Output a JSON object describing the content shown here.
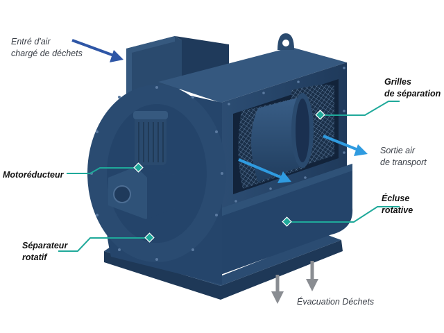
{
  "labels": {
    "inlet": [
      "Entré d'air",
      "chargé de déchets"
    ],
    "screens": [
      "Grilles",
      "de séparation"
    ],
    "outlet": [
      "Sortie air",
      "de transport"
    ],
    "motor": [
      "Motoréducteur"
    ],
    "lock": [
      "Écluse",
      "rotative"
    ],
    "separator": [
      "Séparateur",
      "rotatif"
    ],
    "discharge": [
      "Évacuation Déchets"
    ]
  },
  "colors": {
    "body": "#2a4a6e",
    "body_dark": "#1c3654",
    "body_light": "#35587f",
    "callout": "#1fa99a",
    "arrow_blue": "#2e56a6",
    "arrow_light": "#2f9be0",
    "arrow_grey": "#8a8d92"
  }
}
